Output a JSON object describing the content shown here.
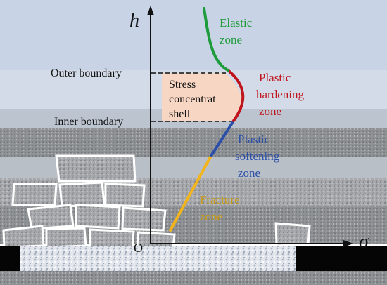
{
  "axes": {
    "y_label": "h",
    "x_label": "σ",
    "origin_label": "O"
  },
  "boundaries": {
    "outer": "Outer boundary",
    "inner": "Inner boundary"
  },
  "shell": {
    "line1": "Stress",
    "line2": "concentrat",
    "line3": "shell"
  },
  "zones": {
    "elastic": {
      "line1": "Elastic",
      "line2": "zone",
      "color": "#1e9b3a"
    },
    "hardening": {
      "line1": "Plastic",
      "line2": "hardening",
      "line3": "zone",
      "color": "#c0141c"
    },
    "softening": {
      "line1": "Plastic",
      "line2": "softening",
      "line3": "zone",
      "color": "#2b4fa8"
    },
    "fracture": {
      "line1": "Fracture",
      "line2": "zone",
      "color": "#f2b41a"
    }
  },
  "colors": {
    "shell_fill": "#f7d6c4",
    "sky": "#cbd5e6"
  }
}
